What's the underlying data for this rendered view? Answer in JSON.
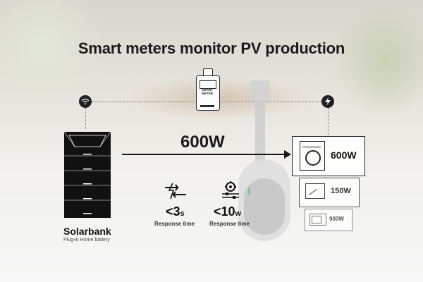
{
  "title": "Smart meters monitor PV production",
  "meter": {
    "label_line1": "SMART",
    "label_line2": "METER"
  },
  "flow": {
    "value": "600W"
  },
  "battery": {
    "name": "Solarbank",
    "subtitle": "Plug-in Home battery"
  },
  "metrics": [
    {
      "value": "<3",
      "unit": "s",
      "caption": "Response time",
      "icon": "arrows-swap-icon"
    },
    {
      "value": "<10",
      "unit": "w",
      "caption": "Response time",
      "icon": "gear-sliders-icon"
    }
  ],
  "appliances": [
    {
      "watts": "600W",
      "icon": "washing-machine-icon"
    },
    {
      "watts": "150W",
      "icon": "tv-icon"
    },
    {
      "watts": "900W",
      "icon": "microwave-icon"
    }
  ],
  "icons": {
    "left": "wifi-icon",
    "right": "lightning-icon"
  }
}
